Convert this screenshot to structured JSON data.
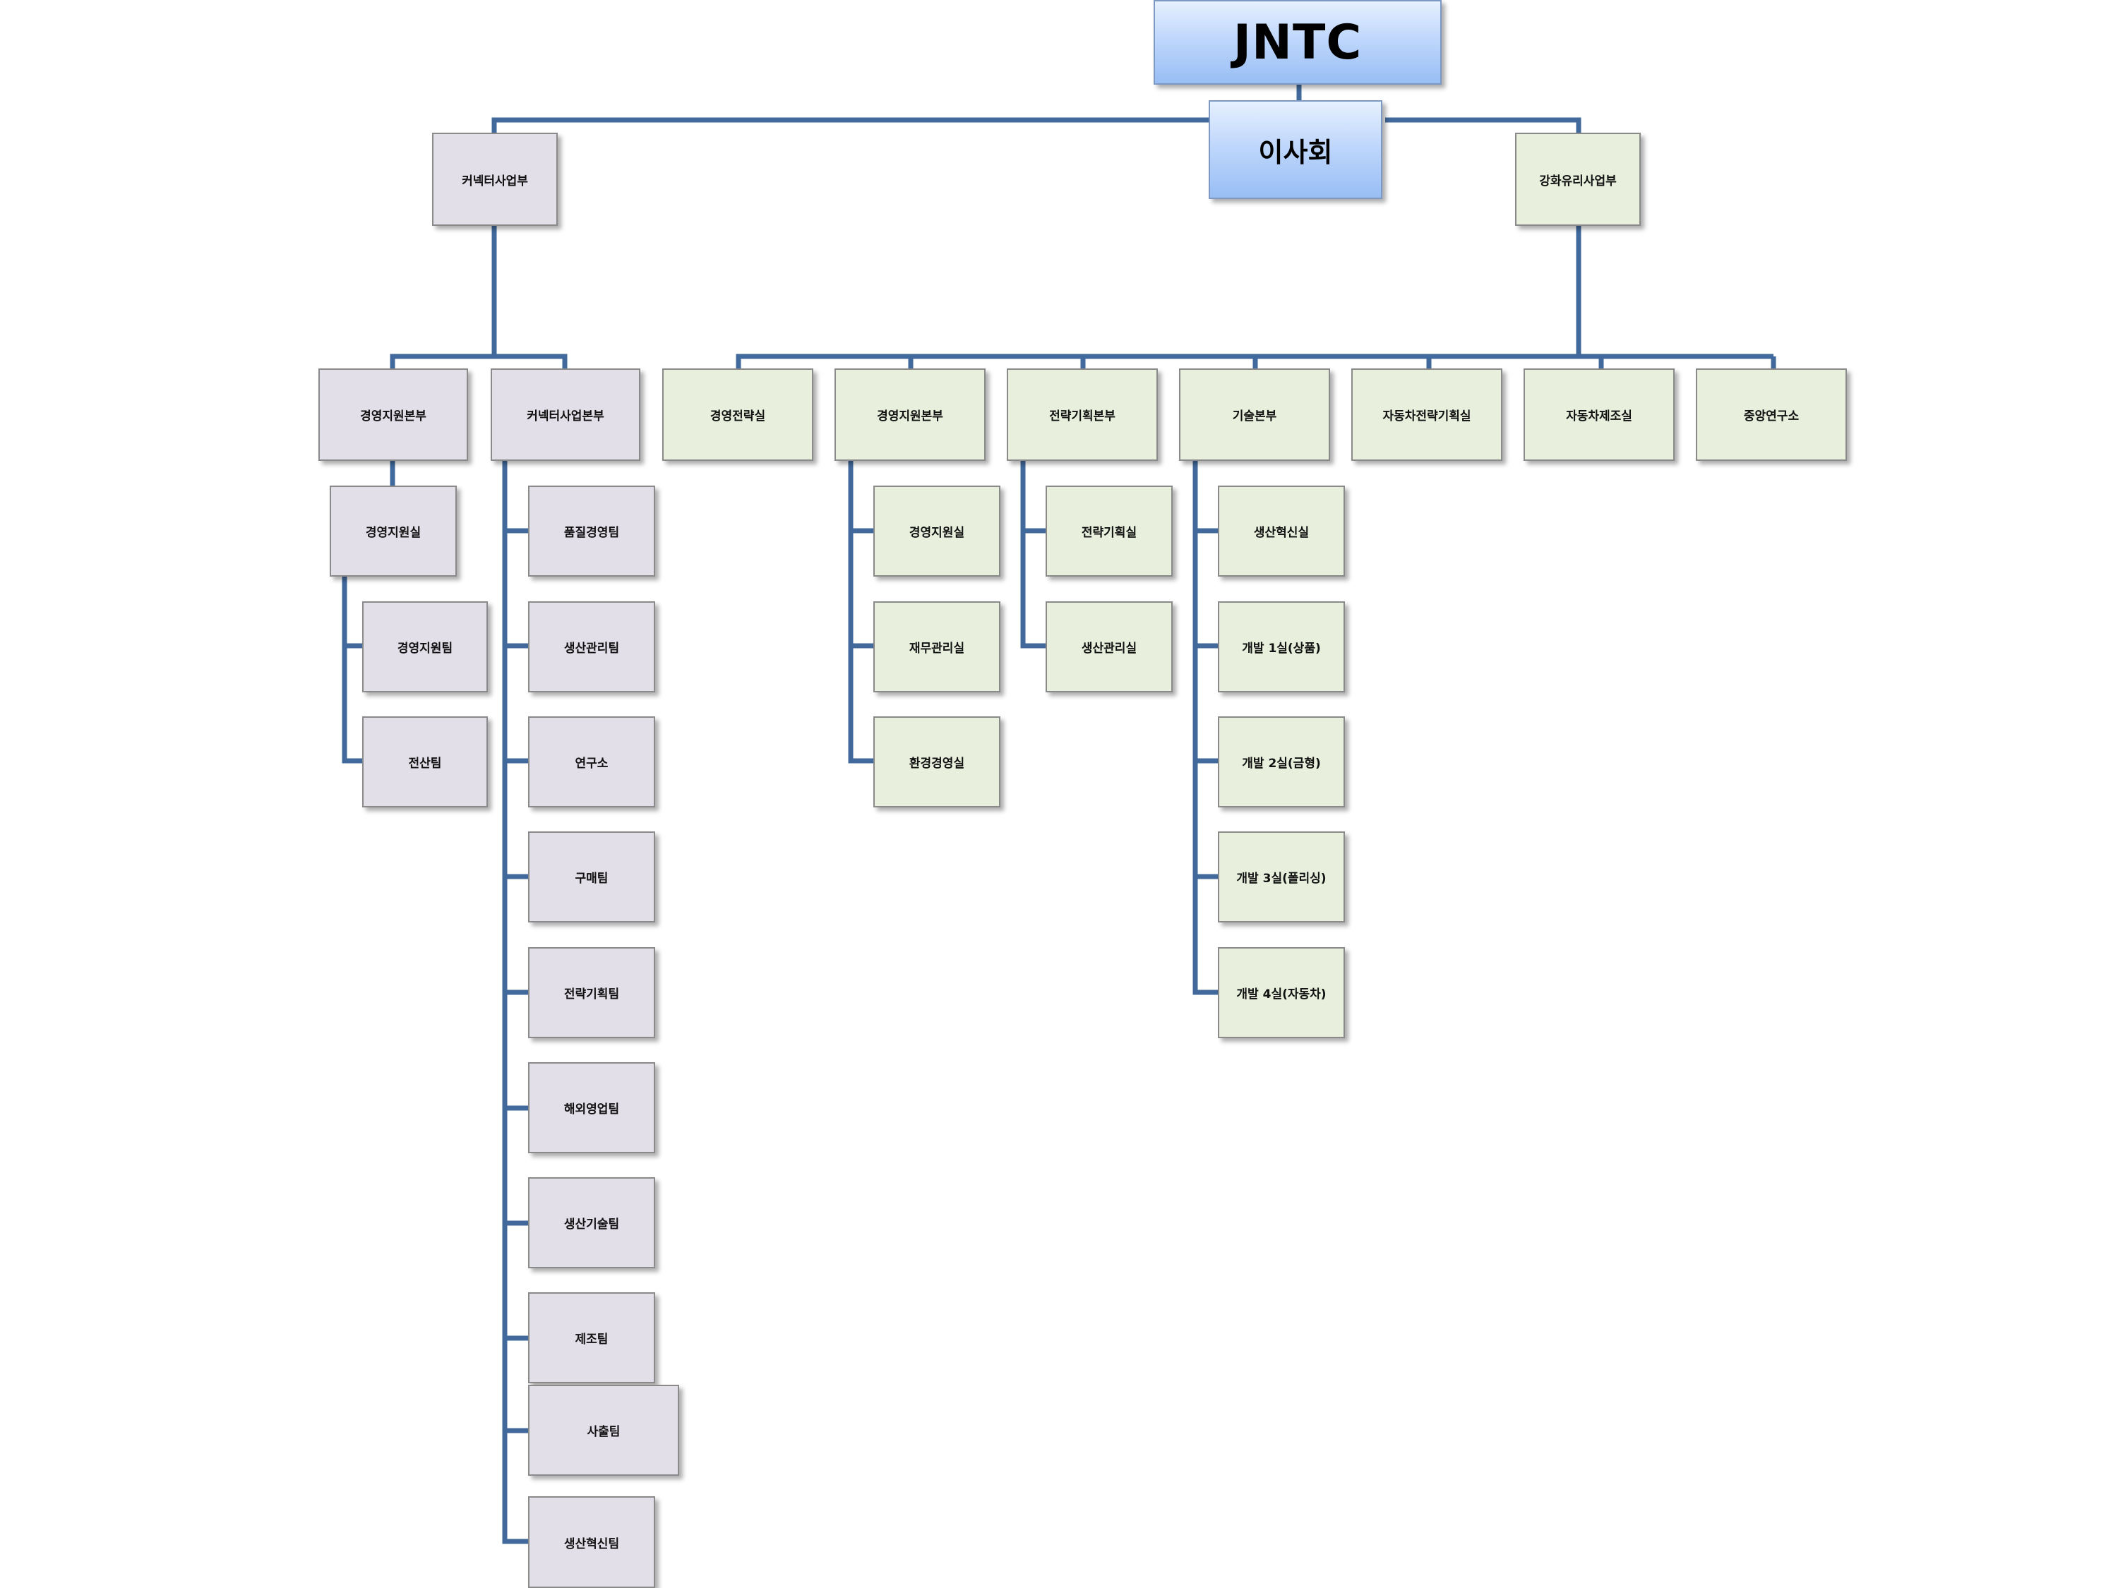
{
  "colors": {
    "connector": "#41699c",
    "connector_division_fill": "#e3dfe9",
    "glass_division_fill": "#e8f0dd",
    "top_fill": "#bcd5fb"
  },
  "root": {
    "label": "JNTC"
  },
  "board": {
    "label": "이사회"
  },
  "connector_division": {
    "label": "커넥터사업부",
    "mgmt_support_hq": {
      "label": "경영지원본부",
      "office": "경영지원실",
      "teams": [
        "경영지원팀",
        "전산팀"
      ]
    },
    "connector_hq": {
      "label": "커넥터사업본부",
      "teams": [
        "품질경영팀",
        "생산관리팀",
        "연구소",
        "구매팀",
        "전략기획팀",
        "해외영업팀",
        "생산기술팀",
        "제조팀",
        "사출팀",
        "생산혁신팀"
      ]
    }
  },
  "glass_division": {
    "label": "강화유리사업부",
    "units": [
      {
        "label": "경영전략실",
        "children": []
      },
      {
        "label": "경영지원본부",
        "children": [
          "경영지원실",
          "재무관리실",
          "환경경영실"
        ]
      },
      {
        "label": "전략기획본부",
        "children": [
          "전략기획실",
          "생산관리실"
        ]
      },
      {
        "label": "기술본부",
        "children": [
          "생산혁신실",
          "개발 1실(상품)",
          "개발 2실(금형)",
          "개발 3실(폴리싱)",
          "개발 4실(자동차)"
        ]
      },
      {
        "label": "자동차전략기획실",
        "children": []
      },
      {
        "label": "자동차제조실",
        "children": []
      },
      {
        "label": "중앙연구소",
        "children": []
      }
    ]
  }
}
